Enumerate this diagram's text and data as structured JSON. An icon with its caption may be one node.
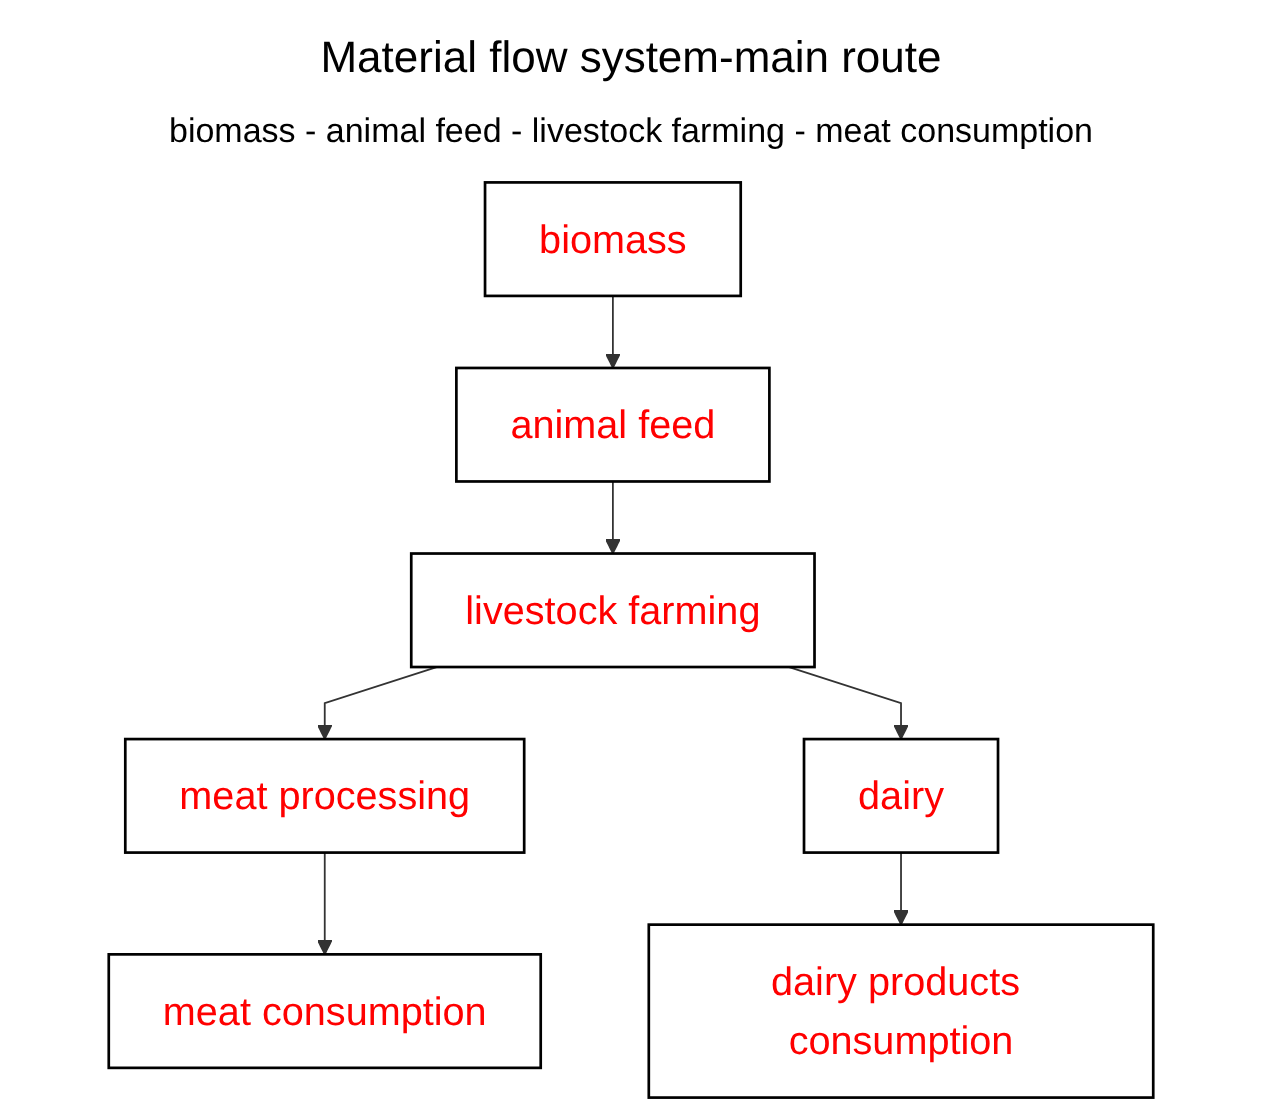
{
  "diagram": {
    "title": "Material flow system-main route",
    "nodes": [
      {
        "text": [
          "biomass"
        ]
      },
      {
        "text": [
          "animal feed"
        ]
      },
      {
        "text": [
          "livestock farming"
        ]
      },
      {
        "text": [
          "meat processing"
        ]
      },
      {
        "text": [
          "dairy"
        ]
      },
      {
        "text": [
          "meat consumption"
        ]
      },
      {
        "text": [
          "dairy products consumption"
        ]
      }
    ],
    "edges": [
      {
        "from": 0,
        "to": 1,
        "arrow": "to"
      },
      {
        "from": 1,
        "to": 2,
        "arrow": "to"
      },
      {
        "from": 2,
        "to": 3,
        "arrow": "to"
      },
      {
        "from": 2,
        "to": 4,
        "arrow": "to"
      },
      {
        "from": 3,
        "to": 5,
        "arrow": "to"
      },
      {
        "from": 4,
        "to": 6,
        "arrow": "to"
      }
    ],
    "labels": [
      "biomass - animal feed - livestock farming - meat consumption"
    ]
  }
}
